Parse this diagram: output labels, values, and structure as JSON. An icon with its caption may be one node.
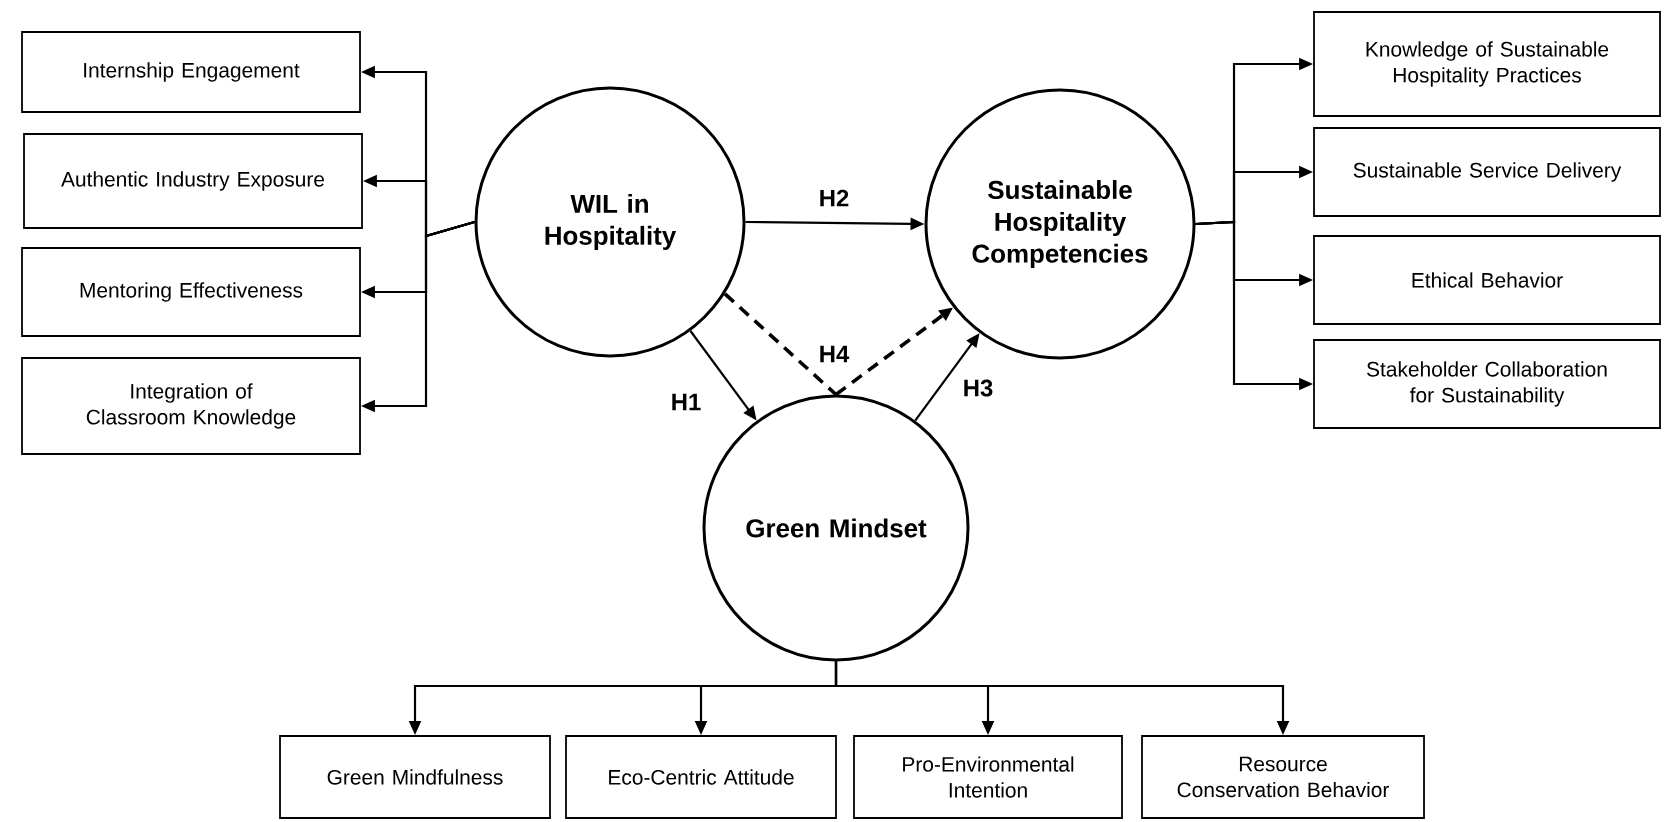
{
  "diagram": {
    "nodes": [
      {
        "text": [
          "WIL in Hospitality"
        ]
      },
      {
        "text": [
          "Sustainable Hospitality Competencies"
        ]
      },
      {
        "text": [
          "Green Mindset"
        ]
      },
      {
        "text": [
          "Internship Engagement"
        ]
      },
      {
        "text": [
          "Authentic Industry Exposure"
        ]
      },
      {
        "text": [
          "Mentoring Effectiveness"
        ]
      },
      {
        "text": [
          "Integration of Classroom Knowledge"
        ]
      },
      {
        "text": [
          "Knowledge of Sustainable Hospitality Practices"
        ]
      },
      {
        "text": [
          "Sustainable Service Delivery"
        ]
      },
      {
        "text": [
          "Ethical Behavior"
        ]
      },
      {
        "text": [
          "Stakeholder Collaboration for Sustainability"
        ]
      },
      {
        "text": [
          "Green Mindfulness"
        ]
      },
      {
        "text": [
          "Eco-Centric Attitude"
        ]
      },
      {
        "text": [
          "Pro-Environmental Intention"
        ]
      },
      {
        "text": [
          "Resource Conservation Behavior"
        ]
      }
    ],
    "edges": [
      {
        "from": 0,
        "to": 1,
        "arrow": "to",
        "label": "H2"
      },
      {
        "from": 0,
        "to": 2,
        "arrow": "to",
        "label": "H1"
      },
      {
        "from": 2,
        "to": 1,
        "arrow": "to",
        "label": "H3"
      },
      {
        "from": 0,
        "to": 2,
        "arrow": "none",
        "style": "dashed",
        "label": "H4"
      },
      {
        "from": 2,
        "to": 1,
        "arrow": "to",
        "style": "dashed"
      },
      {
        "from": 0,
        "to": 3,
        "arrow": "to"
      },
      {
        "from": 0,
        "to": 4,
        "arrow": "to"
      },
      {
        "from": 0,
        "to": 5,
        "arrow": "to"
      },
      {
        "from": 0,
        "to": 6,
        "arrow": "to"
      },
      {
        "from": 1,
        "to": 7,
        "arrow": "to"
      },
      {
        "from": 1,
        "to": 8,
        "arrow": "to"
      },
      {
        "from": 1,
        "to": 9,
        "arrow": "to"
      },
      {
        "from": 1,
        "to": 10,
        "arrow": "to"
      },
      {
        "from": 2,
        "to": 11,
        "arrow": "to"
      },
      {
        "from": 2,
        "to": 12,
        "arrow": "to"
      },
      {
        "from": 2,
        "to": 13,
        "arrow": "to"
      },
      {
        "from": 2,
        "to": 14,
        "arrow": "to"
      }
    ]
  }
}
